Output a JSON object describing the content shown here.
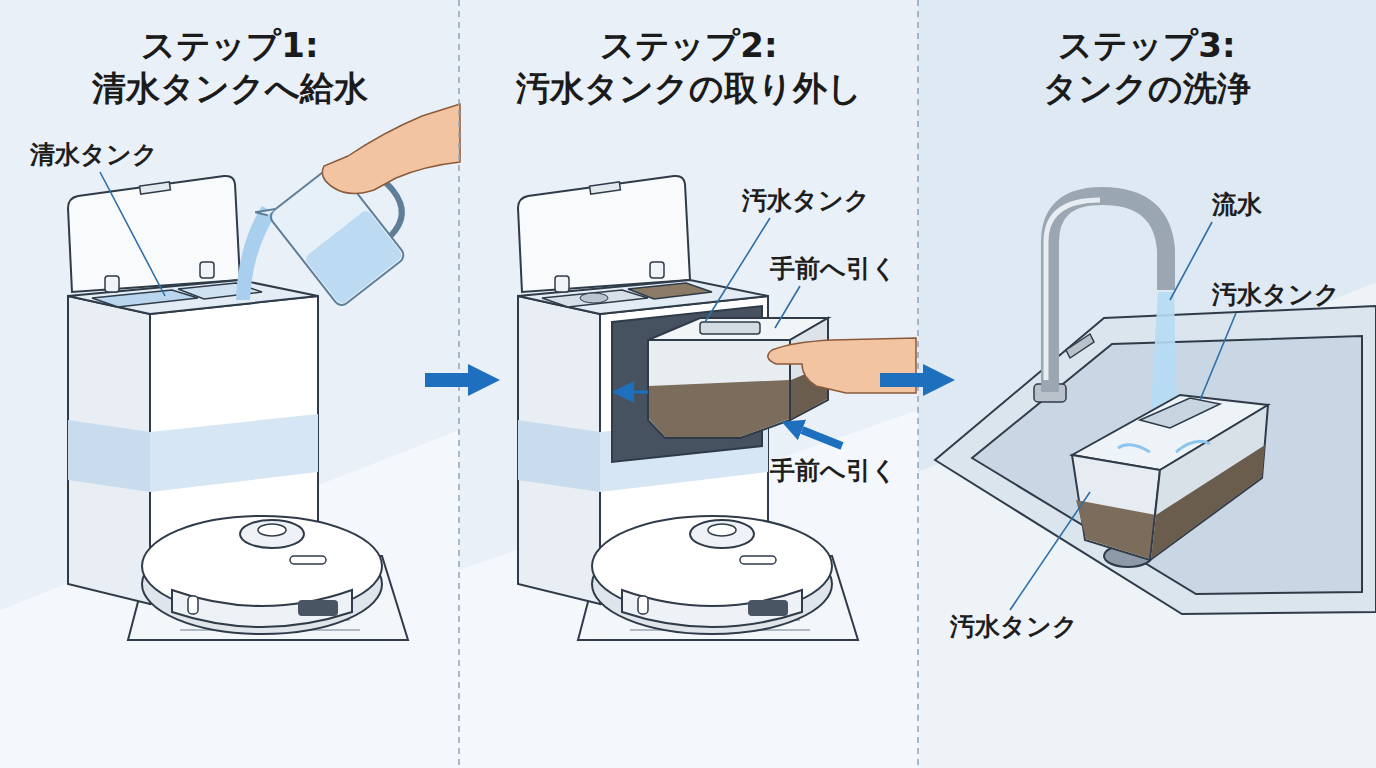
{
  "diagram": {
    "nodes": [
      {
        "text": [
          "ステップ1: 清水タンクへ給水"
        ]
      },
      {
        "text": [
          "ステップ2: 汚水タンクの取り外し"
        ]
      },
      {
        "text": [
          "ステップ3: タンクの洗浄"
        ]
      }
    ],
    "edges": [
      {
        "from": 0,
        "to": 1,
        "arrow": "to"
      },
      {
        "from": 1,
        "to": 2,
        "arrow": "to"
      }
    ],
    "labels": [
      "清水タンク",
      "汚水タンク",
      "手前へ引く",
      "手前へ引く",
      "流水",
      "汚水タンク",
      "汚水タンク"
    ]
  }
}
